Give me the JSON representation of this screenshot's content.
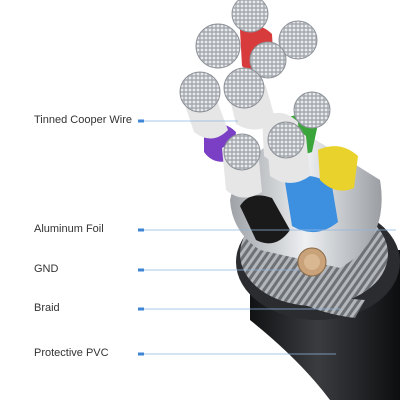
{
  "labels": [
    {
      "id": "tinned-copper-wire",
      "text": "Tinned Cooper Wire"
    },
    {
      "id": "aluminum-foil",
      "text": "Aluminum Foil"
    },
    {
      "id": "gnd",
      "text": "GND"
    },
    {
      "id": "braid",
      "text": "Braid"
    },
    {
      "id": "protective-pvc",
      "text": "Protective PVC"
    }
  ],
  "colors": {
    "background": "#ffffff",
    "label_text": "#333333",
    "leader_line": "#8fb6e0",
    "leader_dot": "#3f86d6",
    "pvc_jacket": "#1f2124",
    "braid": "#8d8f92",
    "foil": "#c9ccd0",
    "wire_blue": "#3d8fe0",
    "wire_black": "#1a1a1a",
    "wire_yellow": "#e9d22b",
    "wire_green": "#3aa53a",
    "wire_purple": "#7b3fc6",
    "wire_red": "#d83b3b",
    "wire_white": "#e6e6e6",
    "copper_strand": "#bfc3c8"
  }
}
